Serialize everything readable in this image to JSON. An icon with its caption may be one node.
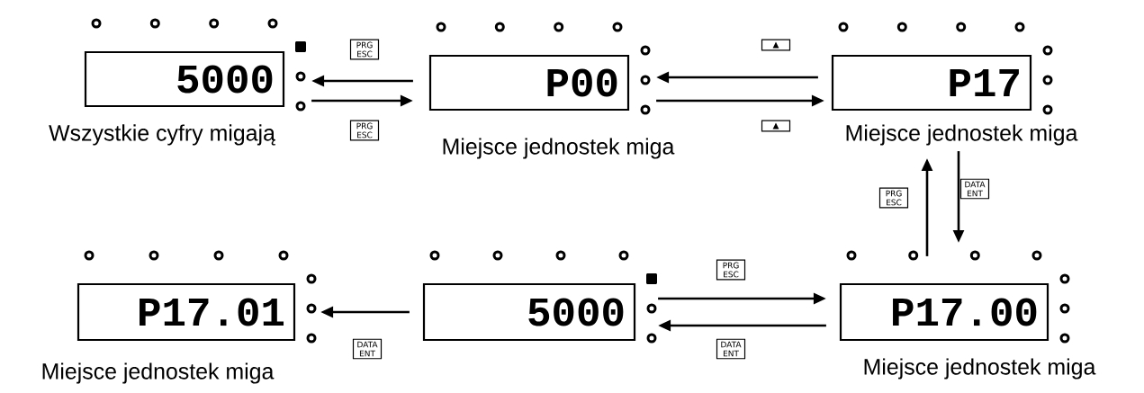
{
  "diagram": {
    "nodes": [
      {
        "text": [
          "5000"
        ],
        "beside": [
          "Wszystkie cyfry migają"
        ]
      },
      {
        "text": [
          "P00"
        ],
        "beside": [
          "Miejsce jednostek miga"
        ]
      },
      {
        "text": [
          "P17"
        ],
        "beside": [
          "Miejsce jednostek miga"
        ]
      },
      {
        "text": [
          "P17.01"
        ],
        "beside": [
          "Miejsce jednostek miga"
        ]
      },
      {
        "text": [
          "5000"
        ]
      },
      {
        "text": [
          "P17.00"
        ],
        "beside": [
          "Miejsce jednostek miga"
        ]
      }
    ],
    "edges": [
      {
        "from": 1,
        "to": 0,
        "arrow": "to",
        "label": "PRG ESC"
      },
      {
        "from": 0,
        "to": 1,
        "arrow": "to",
        "label": "PRG ESC"
      },
      {
        "from": 2,
        "to": 1,
        "arrow": "to",
        "label": "▲"
      },
      {
        "from": 1,
        "to": 2,
        "arrow": "to",
        "label": "▲"
      },
      {
        "from": 5,
        "to": 2,
        "arrow": "to",
        "label": "PRG ESC"
      },
      {
        "from": 2,
        "to": 5,
        "arrow": "to",
        "label": "DATA ENT"
      },
      {
        "from": 4,
        "to": 5,
        "arrow": "to",
        "label": "PRG ESC"
      },
      {
        "from": 5,
        "to": 4,
        "arrow": "to",
        "label": "DATA ENT"
      },
      {
        "from": 4,
        "to": 3,
        "arrow": "to",
        "label": "DATA ENT"
      }
    ]
  }
}
